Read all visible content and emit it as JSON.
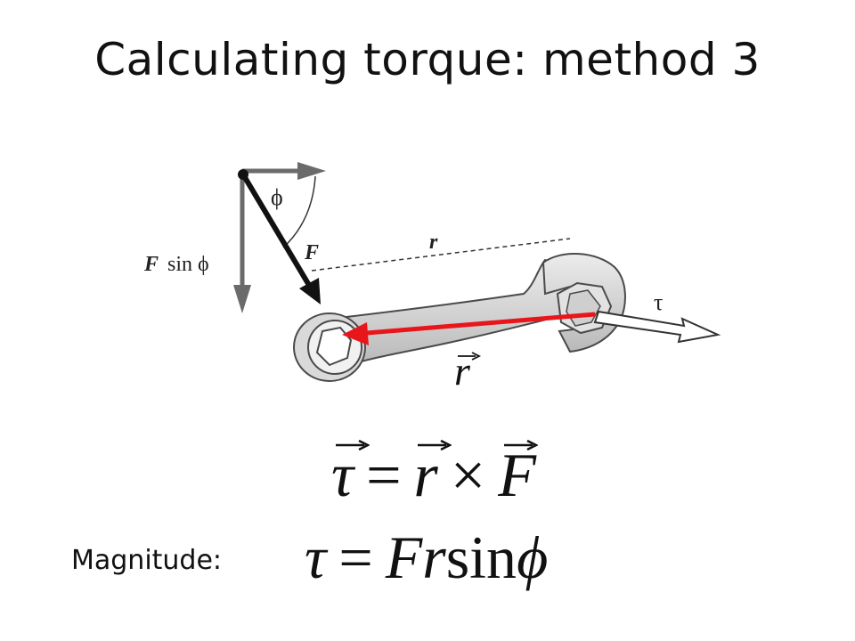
{
  "slide": {
    "title": "Calculating torque: method 3"
  },
  "diagram": {
    "labels": {
      "phi": "ϕ",
      "force": "F",
      "r_lever": "r",
      "f_sin_phi_symbol": "F",
      "f_sin_phi_text": "sin ϕ",
      "tau": "τ",
      "r_vector": "r"
    },
    "colors": {
      "r_vector_arrow": "#e8161b",
      "force_arrow": "#111111",
      "components": "#6b6b6b",
      "wrench_fill": "#d6d6d6",
      "wrench_stroke": "#4a4a4a"
    }
  },
  "equations": {
    "cross_product": {
      "tau": "τ",
      "equals": "=",
      "r": "r",
      "times": "×",
      "F": "F"
    },
    "magnitude": {
      "label": "Magnitude:",
      "tau": "τ",
      "equals": "=",
      "Fr": "Fr",
      "sin": "sin",
      "phi": "ϕ"
    }
  }
}
